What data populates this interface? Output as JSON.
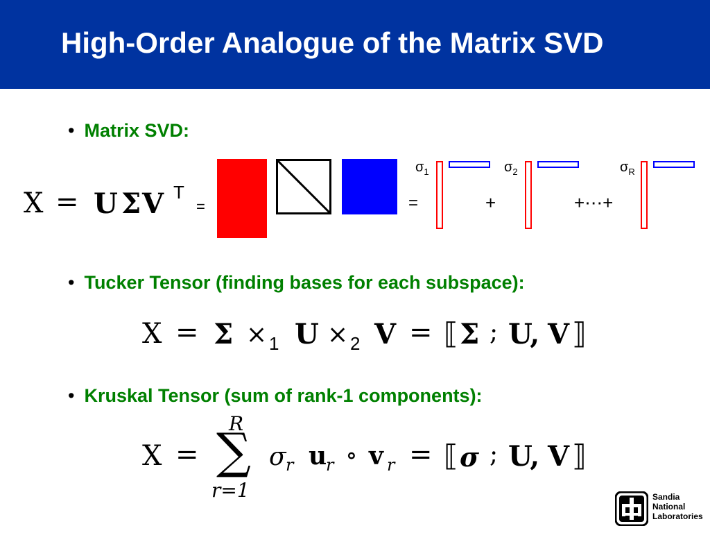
{
  "title": "High-Order Analogue of the Matrix SVD",
  "bullets": {
    "b1": "Matrix SVD:",
    "b2": "Tucker Tensor (finding bases for each subspace):",
    "b3": "Kruskal Tensor (sum of rank-1 components):",
    "marker": "•"
  },
  "svd": {
    "X": "X",
    "eq": "=",
    "U": "U",
    "Sigma": "Σ",
    "V": "V",
    "T": "T",
    "small_eq": "=",
    "eq2": "=",
    "plus": "+",
    "plus_dots": "+⋯+",
    "sigma": "σ",
    "sub1": "1",
    "sub2": "2",
    "subR": "R"
  },
  "tucker": {
    "X": "X",
    "eq": "=",
    "Sigma": "Σ",
    "times": "×",
    "sub1": "1",
    "U": "U",
    "sub2": "2",
    "V": "V",
    "eq2": "=",
    "lbr": "⟦",
    "Sigma2": "Σ",
    "semi": ";",
    "U2": "U,",
    "V2": "V",
    "rbr": "⟧"
  },
  "kruskal": {
    "X": "X",
    "eq": "=",
    "sum": "∑",
    "upper": "R",
    "lower": "r=1",
    "sigma": "σ",
    "r": "r",
    "u": "u",
    "circ": "∘",
    "v": "v",
    "eq2": "=",
    "lbr": "⟦",
    "sigma_b": "σ",
    "semi": ";",
    "U": "U,",
    "V": "V",
    "rbr": "⟧"
  },
  "logo": {
    "line1": "Sandia",
    "line2": "National",
    "line3": "Laboratories"
  },
  "colors": {
    "header": "#0033a0",
    "bullet": "#008000",
    "red": "#ff0000",
    "blue": "#0000ff"
  }
}
